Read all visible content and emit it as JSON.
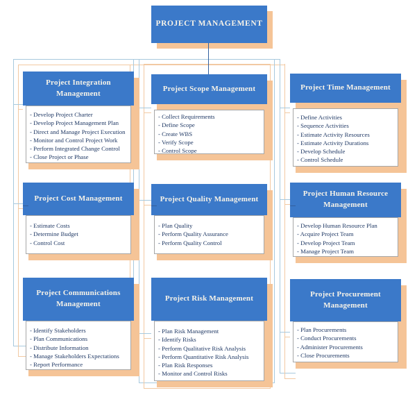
{
  "bullet_prefix": "- ",
  "root": {
    "title": "PROJECT MANAGEMENT"
  },
  "groups": [
    {
      "title": "Project Integration Management",
      "items": [
        "Develop Project Charter",
        "Develop Project Management Plan",
        "Direct and Manage Project Execution",
        "Monitor and Control Project Work",
        "Perform Integrated Change Control",
        "Close Project or Phase"
      ]
    },
    {
      "title": "Project Scope Management",
      "items": [
        "Collect Requirements",
        "Define Scope",
        "Create WBS",
        "Verify Scope",
        "Control Scope"
      ]
    },
    {
      "title": "Project Time Management",
      "items": [
        "Define Activities",
        "Sequence Activities",
        "Estimate Activity Resources",
        "Estimate Activity Durations",
        "Develop Schedule",
        "Control Schedule"
      ]
    },
    {
      "title": "Project Cost Management",
      "items": [
        "Estimate Costs",
        "Determine Budget",
        "Control Cost"
      ]
    },
    {
      "title": "Project Quality Management",
      "items": [
        "Plan Quality",
        "Perform Quality Assurance",
        "Perform Quality Control"
      ]
    },
    {
      "title": "Project Human Resource Management",
      "items": [
        "Develop Human Resource Plan",
        "Acquire Project Team",
        "Develop Project Team",
        "Manage Project Team"
      ]
    },
    {
      "title": "Project Communications Management",
      "items": [
        "Identify Stakeholders",
        "Plan Communications",
        "Distribute Information",
        "Manage Stakeholders Expectations",
        "Report Performance"
      ]
    },
    {
      "title": "Project Risk Management",
      "items": [
        "Plan Risk Management",
        "Identify Risks",
        "Perform Qualitative Risk Analysis",
        "Perform Quantitative Risk Analysis",
        "Plan Risk Responses",
        "Monitor and Control Risks"
      ]
    },
    {
      "title": "Project Procurement Management",
      "items": [
        "Plan Procurements",
        "Conduct Procurements",
        "Administer Procurements",
        "Close Procurements"
      ]
    }
  ],
  "colors": {
    "header_blue": "#3b79c9",
    "shadow_orange": "#f5c497",
    "connector_blue": "#a7c9de",
    "connector_orange": "#f2c9a2",
    "center_line_blue": "#31609f",
    "body_text_navy": "#1f3864",
    "body_border_gray": "#a6a6a6"
  }
}
